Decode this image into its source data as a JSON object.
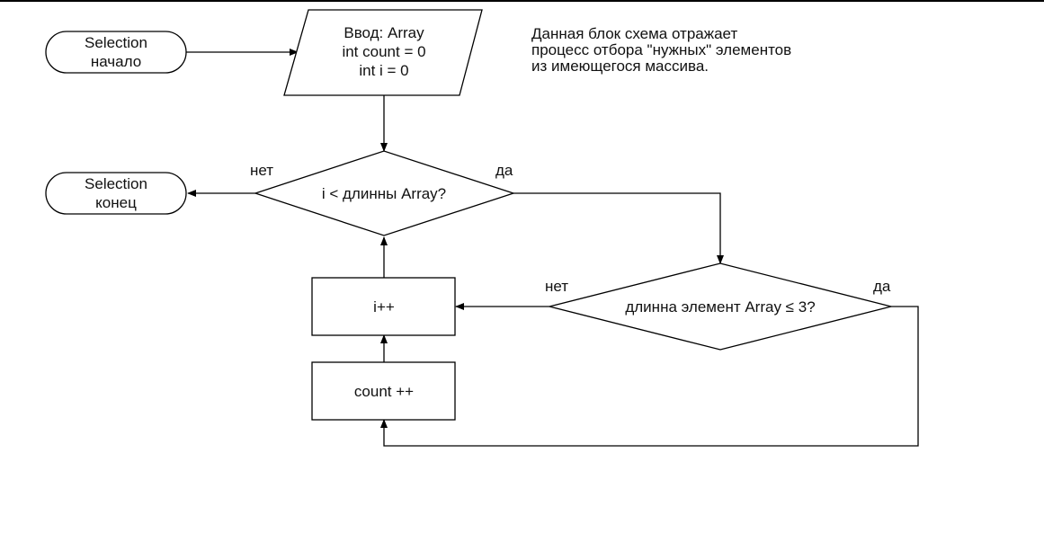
{
  "diagram": {
    "nodes": {
      "start": {
        "lines": [
          "Selection",
          "начало"
        ]
      },
      "input": {
        "lines": [
          "Ввод: Array",
          "int count = 0",
          "int i = 0"
        ]
      },
      "cond_loop": {
        "lines": [
          "i < длинны Array?"
        ]
      },
      "end": {
        "lines": [
          "Selection",
          "конец"
        ]
      },
      "cond_len": {
        "lines": [
          "длинна элемент Array ≤ 3?"
        ]
      },
      "inc_i": {
        "lines": [
          "i++"
        ]
      },
      "inc_count": {
        "lines": [
          "count ++"
        ]
      }
    },
    "edge_labels": {
      "loop_no": "нет",
      "loop_yes": "да",
      "len_no": "нет",
      "len_yes": "да"
    },
    "note_lines": [
      "Данная блок схема отражает",
      "процесс отбора \"нужных\" элементов",
      "из имеющегося массива."
    ],
    "colors": {
      "stroke": "#000000",
      "text": "#111111",
      "background": "#ffffff"
    }
  }
}
